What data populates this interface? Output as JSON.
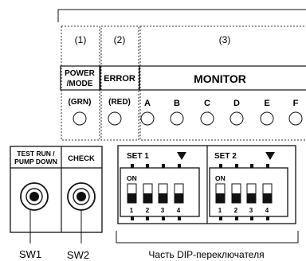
{
  "indicators": {
    "groups": [
      {
        "number": "(1)",
        "label_line1": "POWER",
        "label_line2": "/MODE",
        "color_note": "(GRN)"
      },
      {
        "number": "(2)",
        "label": "ERROR",
        "color_note": "(RED)"
      },
      {
        "number": "(3)",
        "label": "MONITOR",
        "leds": [
          "A",
          "B",
          "C",
          "D",
          "E",
          "F"
        ]
      }
    ]
  },
  "buttons": {
    "test_run_line1": "TEST  RUN /",
    "test_run_line2": "PUMP DOWN",
    "check_label": "CHECK"
  },
  "dip_switches": [
    {
      "set_label": "SET  1",
      "on_label": "ON",
      "numbers": [
        "1",
        "2",
        "3",
        "4"
      ]
    },
    {
      "set_label": "SET  2",
      "on_label": "ON",
      "numbers": [
        "1",
        "2",
        "3",
        "4"
      ]
    }
  ],
  "captions": {
    "sw1": "SW1",
    "sw2": "SW2",
    "dip_caption": "Часть DIP-переключателя"
  },
  "colors": {
    "line": "#111111",
    "dotted": "#333333"
  }
}
